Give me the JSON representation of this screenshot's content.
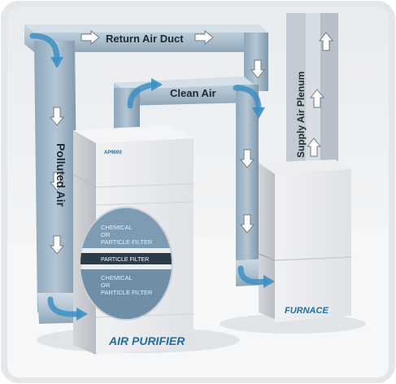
{
  "labels": {
    "return_air_duct": "Return Air Duct",
    "clean_air": "Clean Air",
    "polluted_air": "Polluted Air",
    "supply_air_plenum": "Supply Air Plenum",
    "model": "AP9000",
    "filter_top": [
      "CHEMICAL",
      "OR",
      "PARTICLE FILTER"
    ],
    "filter_middle": "PARTICLE FILTER",
    "filter_bottom": [
      "CHEMICAL",
      "OR",
      "PARTICLE FILTER"
    ],
    "air_purifier": "AIR PURIFIER",
    "furnace": "FURNACE"
  },
  "colors": {
    "frame": "#e4e7ea",
    "background": "#eef0f2",
    "floor": "#f7f8f9",
    "duct_front": "#9fb7c9",
    "duct_top": "#c5d3de",
    "duct_side": "#7f97aa",
    "unit_front": "#e8eaed",
    "unit_side": "#c9ccd1",
    "unit_top": "#f4f5f6",
    "flow_arrow": "#3d8fc4",
    "label_text": "#1e2a33",
    "brand_text": "#1d6fa5"
  },
  "icons": [
    "arrow-right-icon",
    "arrow-down-icon",
    "arrow-up-icon",
    "flow-curve-arrow-icon"
  ]
}
